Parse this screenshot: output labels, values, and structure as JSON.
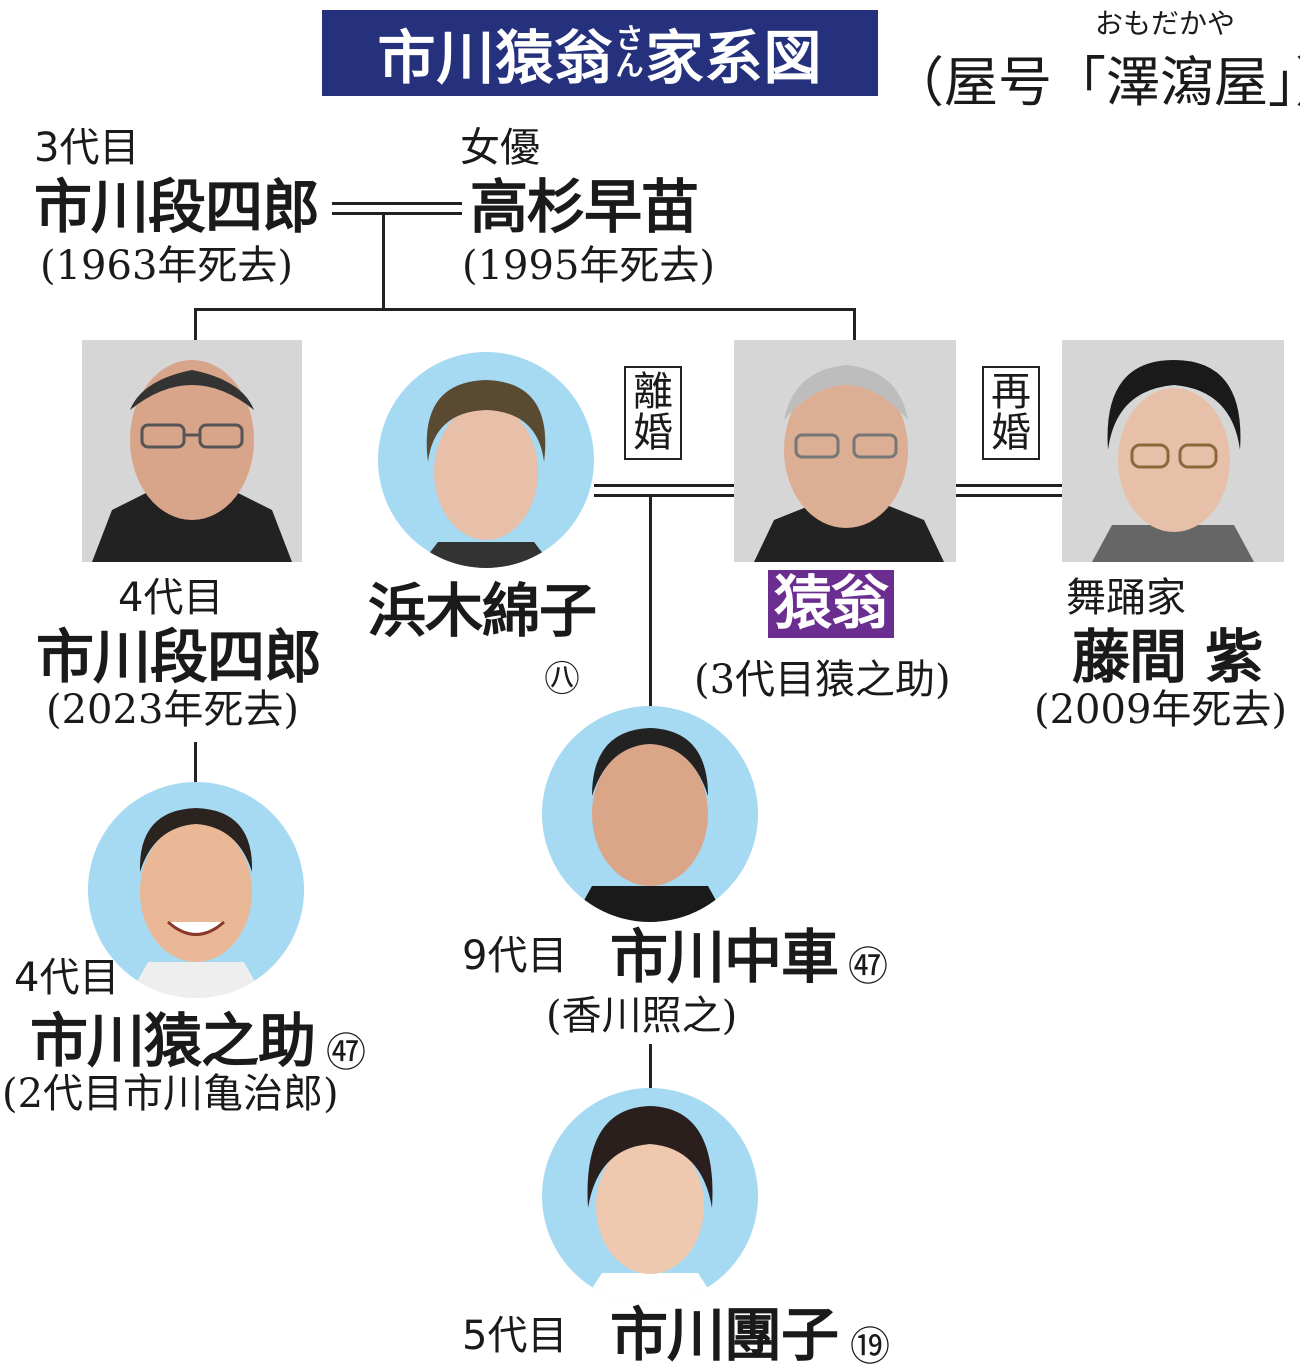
{
  "title": {
    "main_a": "市川猿翁",
    "honorific": "さん",
    "main_b": "家系図",
    "bg_color": "#26317e"
  },
  "yago": {
    "text": "（屋号「澤瀉屋」）",
    "ruby": "おもだかや"
  },
  "people": {
    "danshiro3": {
      "role": "3代目",
      "name": "市川段四郎",
      "note": "(1963年死去)"
    },
    "takasugi": {
      "role": "女優",
      "name": "高杉早苗",
      "note": "(1995年死去)"
    },
    "danshiro4": {
      "role": "4代目",
      "name": "市川段四郎",
      "note": "(2023年死去)"
    },
    "hamaki": {
      "name": "浜木綿子",
      "age": "㊇"
    },
    "ennosuke_old": {
      "name": "猿翁",
      "note": "(3代目猿之助)",
      "highlight": "#6b2d8f"
    },
    "fujima": {
      "role": "舞踊家",
      "name": "藤間 紫",
      "note": "(2009年死去)"
    },
    "ennosuke4": {
      "role": "4代目",
      "name": "市川猿之助",
      "age": "㊼",
      "note": "(2代目市川亀治郎)"
    },
    "chusha": {
      "role": "9代目",
      "name": "市川中車",
      "age": "㊼",
      "note": "(香川照之)"
    },
    "danko": {
      "role": "5代目",
      "name": "市川團子",
      "age": "⑲"
    }
  },
  "labels": {
    "divorce": "離\n婚",
    "remarriage": "再\n婚"
  },
  "colors": {
    "circle_bg": "#a6d9f2",
    "square_bg": "#d6d6d6"
  }
}
